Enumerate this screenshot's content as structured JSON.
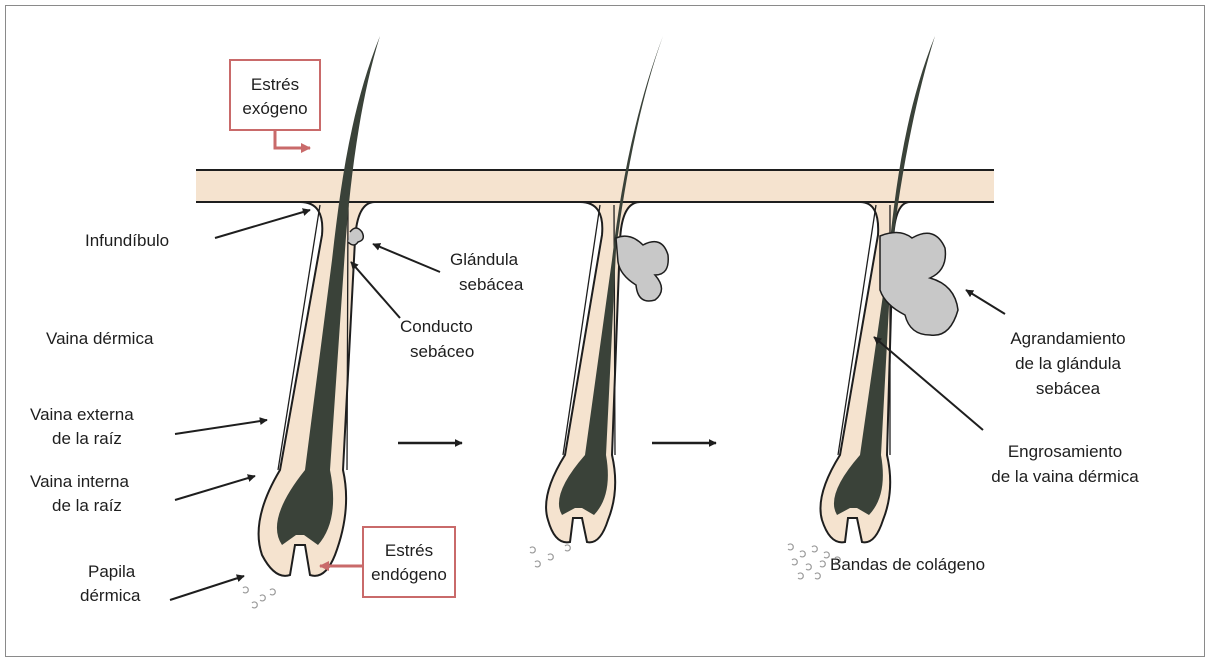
{
  "labels": {
    "stress_exo": [
      "Estrés",
      "exógeno"
    ],
    "stress_endo": [
      "Estrés",
      "endógeno"
    ],
    "infundibulo": [
      "Infundíbulo"
    ],
    "glandula": [
      "Glándula",
      "sebácea"
    ],
    "conducto": [
      "Conducto",
      "sebáceo"
    ],
    "vaina_dermica": [
      "Vaina dérmica"
    ],
    "vaina_externa": [
      "Vaina externa",
      "de la raíz"
    ],
    "vaina_interna": [
      "Vaina interna",
      "de la raíz"
    ],
    "papila": [
      "Papila",
      "dérmica"
    ],
    "agrandamiento": [
      "Agrandamiento",
      "de la glándula",
      "sebácea"
    ],
    "engrosamiento": [
      "Engrosamiento",
      "de la vaina dérmica"
    ],
    "bandas": [
      "Bandas de colágeno"
    ]
  },
  "colors": {
    "skin": "#f5e3cf",
    "hair": "#3a4239",
    "gland": "#c8c8c8",
    "stress_accent": "#c96a6a",
    "outline": "#1e1e1e"
  }
}
